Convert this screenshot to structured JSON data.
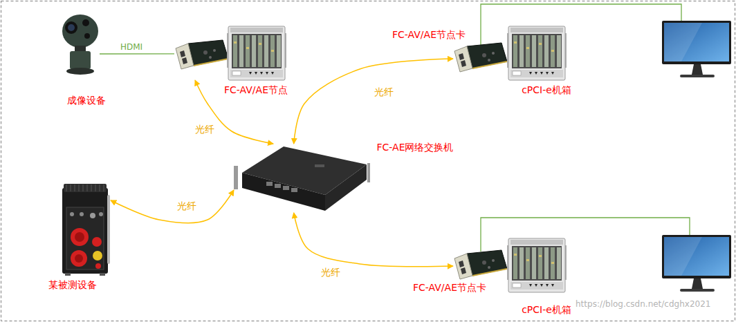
{
  "diagram": {
    "nodes": [
      {
        "text": [
          "成像设备"
        ]
      },
      {
        "text": [
          "FC-AV/AE节点"
        ]
      },
      {
        "text": [
          "FC-AV/AE节点卡"
        ]
      },
      {
        "text": [
          "cPCI-e机箱"
        ]
      },
      {
        "text": [
          "FC-AE网络交换机"
        ]
      },
      {
        "text": [
          "某被测设备"
        ]
      },
      {
        "text": [
          "FC-AV/AE节点卡"
        ]
      },
      {
        "text": [
          "cPCI-e机箱"
        ]
      }
    ],
    "edges": [
      {
        "from": 0,
        "to": 1,
        "label": "HDMI",
        "arrow": "none"
      },
      {
        "from": 1,
        "to": 4,
        "label": "光纤",
        "arrow": "both"
      },
      {
        "from": 4,
        "to": 2,
        "label": "光纤",
        "arrow": "both"
      },
      {
        "from": 5,
        "to": 4,
        "label": "光纤",
        "arrow": "both"
      },
      {
        "from": 4,
        "to": 6,
        "label": "光纤",
        "arrow": "both"
      }
    ],
    "labels": [
      "https://blog.csdn.net/cdghx2021"
    ]
  }
}
